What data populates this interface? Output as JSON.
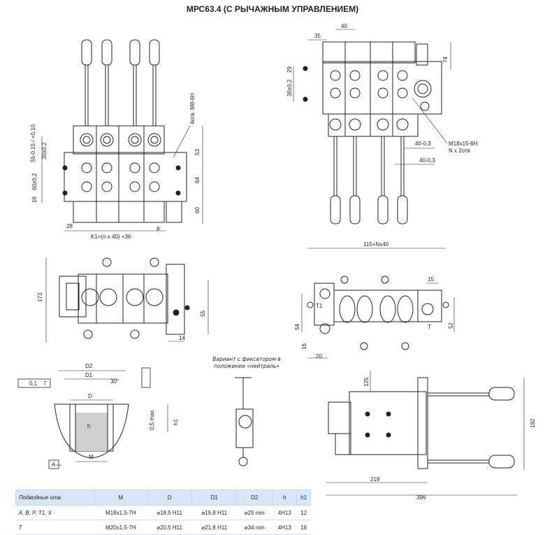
{
  "title": "МРС63.4 (С РЫЧАЖНЫМ УПРАВЛЕНИЕМ)",
  "front_view": {
    "dims": [
      "55-0,15 / +0,10",
      "30±0,2",
      "60±0,2",
      "16",
      "53",
      "64",
      "60",
      "28",
      "8",
      "K1=(n x 40) +36",
      "4отв. M8-6H"
    ]
  },
  "side_view": {
    "dims": [
      "35",
      "40",
      "74",
      "36±0,2",
      "29",
      "40-0,3",
      "40-0,3",
      "M18x15-6H",
      "N x 2отв"
    ]
  },
  "top_view": {
    "dims": [
      "173",
      "55",
      "14"
    ]
  },
  "bottom_view": {
    "dims": [
      "115+Nx40",
      "15",
      "54",
      "52",
      "16",
      "20",
      "T1",
      "T"
    ]
  },
  "port_detail": {
    "dims": [
      "D2",
      "D1",
      "D",
      "30°",
      "0,5 max",
      "h1",
      "h",
      "M",
      "A",
      "Г",
      "0,1"
    ]
  },
  "variant": {
    "caption": "Вариант с фиксатором в положении «нейтраль»"
  },
  "assembly_view": {
    "dims": [
      "125",
      "192",
      "219",
      "396"
    ]
  },
  "table": {
    "headers": [
      "Подводные отв.",
      "M",
      "D",
      "D1",
      "D2",
      "h",
      "h1"
    ],
    "rows": [
      [
        "A, B, P, T1, X",
        "M18x1,5-7H",
        "⌀18,5 H11",
        "⌀19,8 H11",
        "⌀25 min",
        "4H13",
        "12"
      ],
      [
        "T",
        "M20x1,5-7H",
        "⌀20,5 H11",
        "⌀21,8 H11",
        "⌀34 min",
        "4H13",
        "16"
      ]
    ]
  },
  "colors": {
    "line": "#222222",
    "table_header": "#d7e7f5",
    "border": "#c7d9ea"
  }
}
